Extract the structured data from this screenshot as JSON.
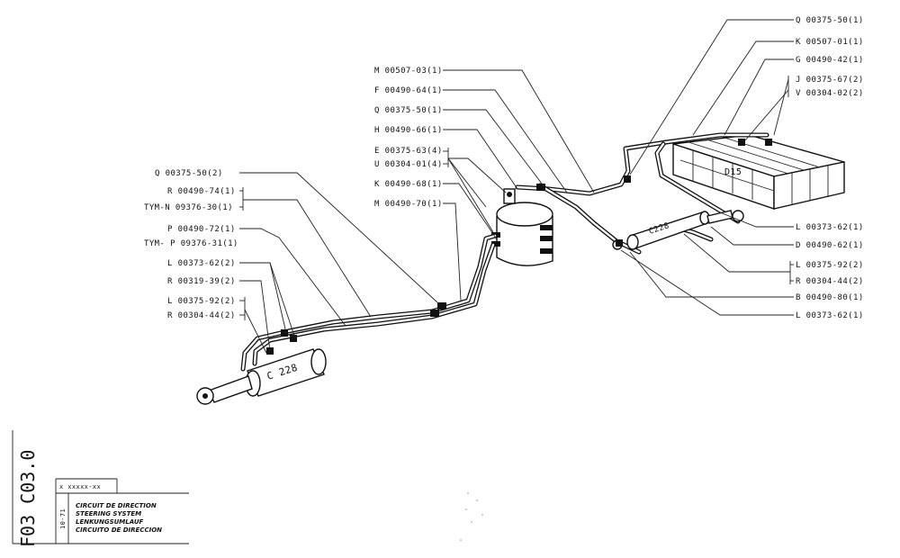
{
  "labels": {
    "q_00375_50_1_top": "Q 00375-50(1)",
    "k_00507_01_1": "K 00507-01(1)",
    "g_00490_42_1": "G 00490-42(1)",
    "j_00375_67_2": "J 00375-67(2)",
    "v_00304_02_2": "V 00304-02(2)",
    "m_00507_03_1": "M 00507-03(1)",
    "f_00490_64_1": "F 00490-64(1)",
    "q_00375_50_1_mid": "Q 00375-50(1)",
    "h_00490_66_1": "H 00490-66(1)",
    "e_00375_63_4": "E 00375-63(4)",
    "u_00304_01_4": "U 00304-01(4)",
    "k_00490_68_1": "K 00490-68(1)",
    "m_00490_70_1": "M 00490-70(1)",
    "q_00375_50_2": "Q 00375-50(2)",
    "r_00490_74_1": "R 00490-74(1)",
    "tym_n_09376_30_1": "TYM-N 09376-30(1)",
    "p_00490_72_1": "P 00490-72(1)",
    "tym_p_09376_31_1": "TYM- P 09376-31(1)",
    "l_00373_62_2": "L 00373-62(2)",
    "r_00319_39_2": "R 00319-39(2)",
    "l_00375_92_2_left": "L 00375-92(2)",
    "r_00304_44_2_left": "R 00304-44(2)",
    "l_00373_62_1_a": "L 00373-62(1)",
    "d_00490_62_1": "D 00490-62(1)",
    "l_00375_92_2_right": "L 00375-92(2)",
    "r_00304_44_2_right": "R 00304-44(2)",
    "b_00490_80_1": "B 00490-80(1)",
    "l_00373_62_1_b": "L 00373-62(1)"
  },
  "components": {
    "cylinder_left": "C 228",
    "cylinder_right": "C228",
    "tank_block": "D15"
  },
  "title_block": {
    "ref_code": "x xxxxx-xx",
    "date": "10-71",
    "title_fr": "CIRCUIT DE DIRECTION",
    "title_en": "STEERING SYSTEM",
    "title_de": "LENKUNGSUMLAUF",
    "title_es": "CIRCUITO DE DIRECCION",
    "sheet_code": "F03 C03.0"
  }
}
